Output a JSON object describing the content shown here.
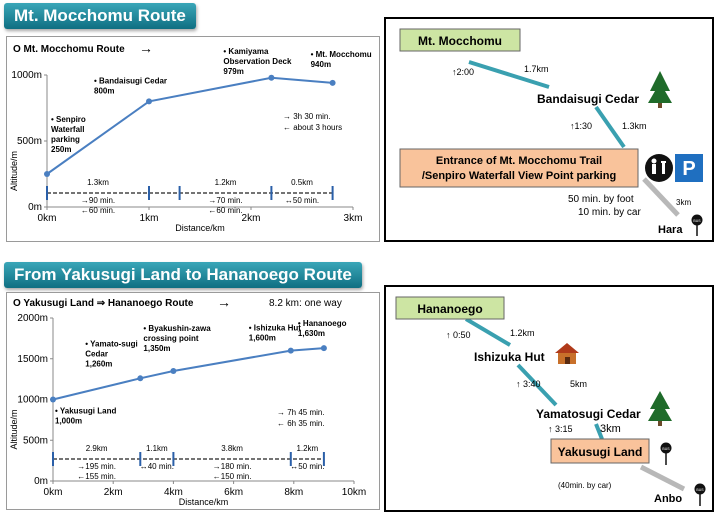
{
  "banners": {
    "route1": "Mt. Mocchomu Route",
    "route2": "From Yakusugi Land to Hananoego Route"
  },
  "chart_data": [
    {
      "type": "line",
      "title": "O Mt. Mocchomu Route",
      "title_arrow": "→",
      "xlabel": "Distance/km",
      "ylabel": "Altitude/m",
      "xlim": [
        0,
        3
      ],
      "ylim": [
        0,
        1000
      ],
      "x_ticks": [
        0,
        1,
        2,
        3
      ],
      "x_tick_labels": [
        "0km",
        "1km",
        "2km",
        "3km"
      ],
      "y_ticks": [
        0,
        500,
        1000
      ],
      "y_tick_labels": [
        "0m",
        "500m",
        "1000m"
      ],
      "grid": false,
      "color": "#4a7fc1",
      "series": [
        {
          "x": [
            0,
            1,
            2.2,
            2.8
          ],
          "y": [
            250,
            800,
            979,
            940
          ]
        }
      ],
      "points": [
        {
          "x": 0,
          "y": 250,
          "lines": [
            "• Senpiro",
            "Waterfall",
            "parking",
            "250m"
          ]
        },
        {
          "x": 1,
          "y": 800,
          "lines": [
            "• Bandaisugi Cedar",
            "800m"
          ]
        },
        {
          "x": 2.2,
          "y": 979,
          "lines": [
            "• Kamiyama",
            "Observation Deck",
            "979m"
          ]
        },
        {
          "x": 2.8,
          "y": 940,
          "lines": [
            "• Mt. Mocchomu",
            "940m"
          ]
        }
      ],
      "time_note": [
        "→ 3h 30 min.",
        "← about 3 hours"
      ],
      "segment_marks": [
        0,
        1,
        1.3,
        2.2,
        2.8
      ],
      "segments": [
        {
          "from": 0,
          "to": 1,
          "distance": "1.3km",
          "up": "→90 min.",
          "down": "←60 min."
        },
        {
          "from": 1.3,
          "to": 2.2,
          "distance": "1.2km",
          "up": "→70 min.",
          "down": "←60 min."
        },
        {
          "from": 2.2,
          "to": 2.8,
          "distance": "0.5km",
          "up": "",
          "down": "↔50 min."
        }
      ]
    },
    {
      "type": "line",
      "title": "O Yakusugi Land ⇒ Hananoego Route",
      "title_arrow": "→",
      "title_note": "8.2 km: one way",
      "xlabel": "Distance/km",
      "ylabel": "Altitude/m",
      "xlim": [
        0,
        10
      ],
      "ylim": [
        0,
        2000
      ],
      "x_ticks": [
        0,
        2,
        4,
        6,
        8,
        10
      ],
      "x_tick_labels": [
        "0km",
        "2km",
        "4km",
        "6km",
        "8km",
        "10km"
      ],
      "y_ticks": [
        0,
        500,
        1000,
        1500,
        2000
      ],
      "y_tick_labels": [
        "0m",
        "500m",
        "1000m",
        "1500m",
        "2000m"
      ],
      "grid": false,
      "color": "#4a7fc1",
      "series": [
        {
          "x": [
            0,
            2.9,
            4,
            7.9,
            9
          ],
          "y": [
            1000,
            1260,
            1350,
            1600,
            1630
          ]
        }
      ],
      "points": [
        {
          "x": 0,
          "y": 1000,
          "lines": [
            "• Yakusugi Land",
            "1,000m"
          ]
        },
        {
          "x": 2.9,
          "y": 1260,
          "lines": [
            "• Yamato-sugi",
            "Cedar",
            "1,260m"
          ]
        },
        {
          "x": 4,
          "y": 1350,
          "lines": [
            "• Byakushin-zawa",
            "crossing point",
            "1,350m"
          ]
        },
        {
          "x": 7.9,
          "y": 1600,
          "lines": [
            "• Ishizuka Hut",
            "1,600m"
          ]
        },
        {
          "x": 9,
          "y": 1630,
          "lines": [
            "• Hananoego",
            "1,630m"
          ]
        }
      ],
      "time_note": [
        "→ 7h 45 min.",
        "← 6h 35 min."
      ],
      "segment_marks": [
        0,
        2.9,
        4,
        7.9,
        9
      ],
      "segments": [
        {
          "from": 0,
          "to": 2.9,
          "distance": "2.9km",
          "up": "→195 min.",
          "down": "←155 min."
        },
        {
          "from": 2.9,
          "to": 4,
          "distance": "1.1km",
          "up": "↔40 min.",
          "down": ""
        },
        {
          "from": 4,
          "to": 7.9,
          "distance": "3.8km",
          "up": "→180 min.",
          "down": "←150 min."
        },
        {
          "from": 7.9,
          "to": 9,
          "distance": "1.2km",
          "up": "↔50 min.",
          "down": ""
        }
      ]
    }
  ],
  "map1": {
    "start_label": "Mt. Mocchomu",
    "seg1_time": "↑2:00",
    "seg1_dist": "1.7km",
    "mid_label": "Bandaisugi Cedar",
    "seg2_time": "↑1:30",
    "seg2_dist": "1.3km",
    "entrance_line1": "Entrance of Mt. Mocchomu Trail",
    "entrance_line2": "/Senpiro Waterfall View Point parking",
    "parking_letter": "P",
    "walk_note": "50  min.  by foot",
    "car_note": "10 min. by car",
    "seg3_dist": "3km",
    "end_label": "Hara",
    "bus_text": "BUS",
    "colors": {
      "route": "#3aa0b0",
      "green_box": "#cde5a3",
      "orange_box": "#f9c39b",
      "parking": "#1f6fc0"
    }
  },
  "map2": {
    "start_label": "Hananoego",
    "seg1_time": "↑ 0:50",
    "seg1_dist": "1.2km",
    "hut_label": "Ishizuka Hut",
    "seg2_time": "↑ 3:40",
    "seg2_dist": "5km",
    "cedar_label": "Yamatosugi Cedar",
    "seg3_time": "↑ 3:15",
    "seg3_dist": "3km",
    "land_label": "Yakusugi Land",
    "car_note": "(40min. by car)",
    "end_label": "Anbo",
    "bus_text": "BUS"
  }
}
